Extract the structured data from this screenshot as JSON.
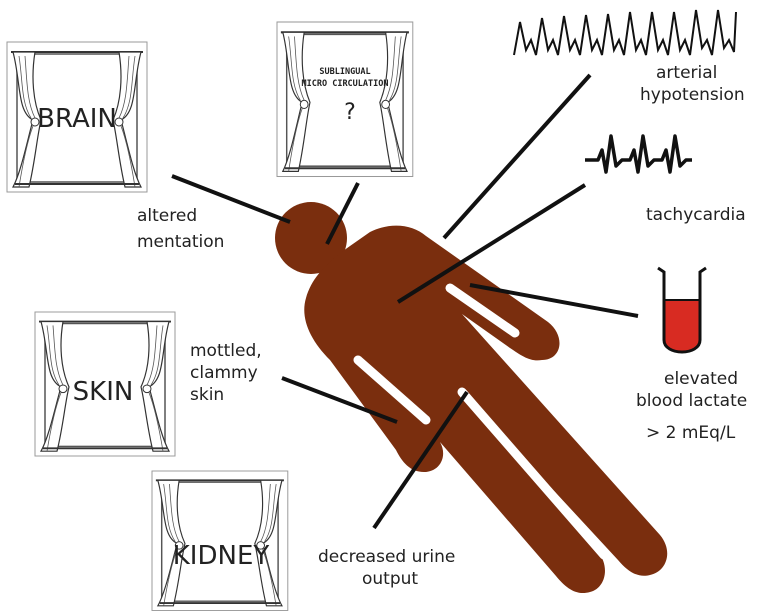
{
  "windows": {
    "brain": "BRAIN",
    "sublingual_line1": "SUBLINGUAL",
    "sublingual_line2": "MICRO CIRCULATION",
    "sublingual_q": "?",
    "skin": "SKIN",
    "kidney": "KIDNEY"
  },
  "labels": {
    "altered_1": "altered",
    "altered_2": "mentation",
    "mottled_1": "mottled,",
    "mottled_2": "clammy",
    "mottled_3": "skin",
    "urine_1": "decreased urine",
    "urine_2": "output",
    "arterial_1": "arterial",
    "arterial_2": "hypotension",
    "tachy": "tachycardia",
    "lactate_1": "elevated",
    "lactate_2": "blood lactate",
    "lactate_3": "> 2 mEq/L"
  },
  "colors": {
    "body": "#7a2e0e",
    "blood": "#d82b22",
    "line": "#111111"
  }
}
